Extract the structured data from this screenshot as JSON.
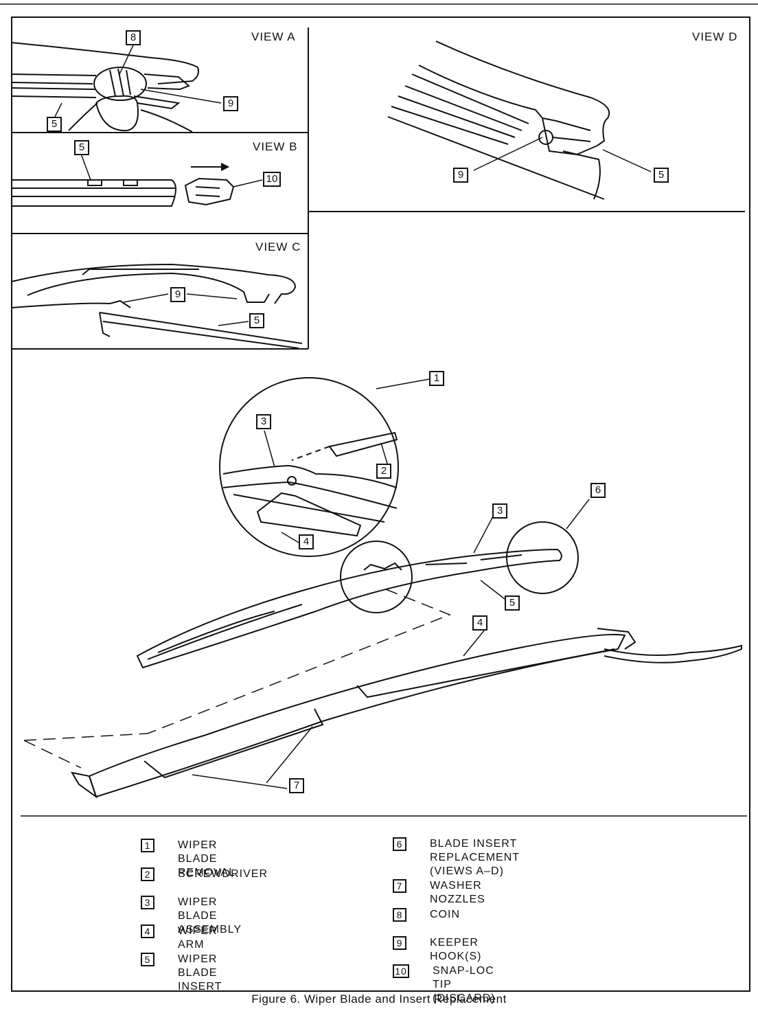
{
  "views": {
    "a": "VIEW A",
    "b": "VIEW B",
    "c": "VIEW C",
    "d": "VIEW D"
  },
  "callouts": {
    "c1": "1",
    "c2": "2",
    "c3a": "3",
    "c3b": "3",
    "c4a": "4",
    "c4b": "4",
    "c5a": "5",
    "c5b": "5",
    "c5c": "5",
    "c5d": "5",
    "c5e": "5",
    "c6": "6",
    "c7": "7",
    "c8": "8",
    "c9a": "9",
    "c9c": "9",
    "c9d": "9",
    "c10": "10"
  },
  "legend": [
    {
      "num": "1",
      "text": "WIPER BLADE REMOVAL"
    },
    {
      "num": "2",
      "text": "SCREWDRIVER"
    },
    {
      "num": "3",
      "text": "WIPER BLADE ASSEMBLY"
    },
    {
      "num": "4",
      "text": "WIPER ARM"
    },
    {
      "num": "5",
      "text": "WIPER BLADE INSERT"
    },
    {
      "num": "6",
      "text": "BLADE INSERT REPLACEMENT\n(VIEWS A–D)"
    },
    {
      "num": "7",
      "text": "WASHER NOZZLES"
    },
    {
      "num": "8",
      "text": "COIN"
    },
    {
      "num": "9",
      "text": "KEEPER HOOK(S)"
    },
    {
      "num": "10",
      "text": "SNAP-LOC TIP (DISCARD)"
    }
  ],
  "caption": "Figure 6. Wiper Blade and Insert Replacement"
}
